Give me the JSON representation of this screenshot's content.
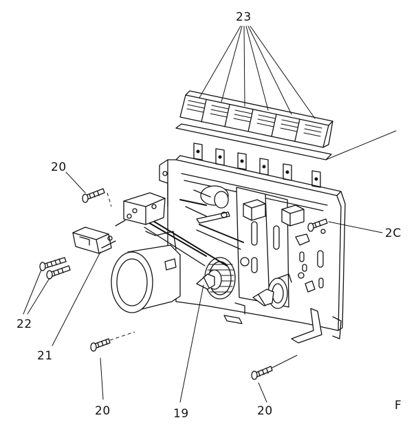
{
  "labels": {
    "key_tops": "23",
    "screw_top_left": "20",
    "screw_bottom_left": "20",
    "screw_bottom_right": "20",
    "screw_right": "2C",
    "bracket": "21",
    "small_screws": "22",
    "motor_belt": "19",
    "sheet_letter": "F"
  }
}
